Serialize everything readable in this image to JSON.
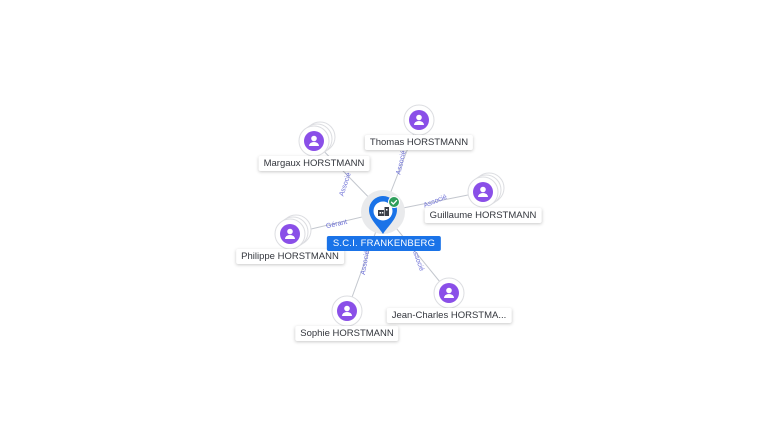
{
  "center": {
    "name": "S.C.I. FRANKENBERG",
    "icon": "building-icon",
    "status_icon": "verified-check-icon",
    "colors": {
      "pin": "#1a73e8",
      "badge": "#2e9e5b"
    }
  },
  "colors": {
    "person": "#8a4fe8",
    "edge_label": "#6c6fd6"
  },
  "people": [
    {
      "name": "Margaux HORSTMANN",
      "role": "Associé",
      "stacked": true
    },
    {
      "name": "Thomas HORSTMANN",
      "role": "Associé",
      "stacked": false
    },
    {
      "name": "Guillaume HORSTMANN",
      "role": "Associé",
      "stacked": true
    },
    {
      "name": "Philippe HORSTMANN",
      "role": "Gérant",
      "stacked": true
    },
    {
      "name": "Sophie HORSTMANN",
      "role": "Associé",
      "stacked": false
    },
    {
      "name": "Jean-Charles HORSTMA...",
      "role": "Associé",
      "stacked": false
    }
  ]
}
